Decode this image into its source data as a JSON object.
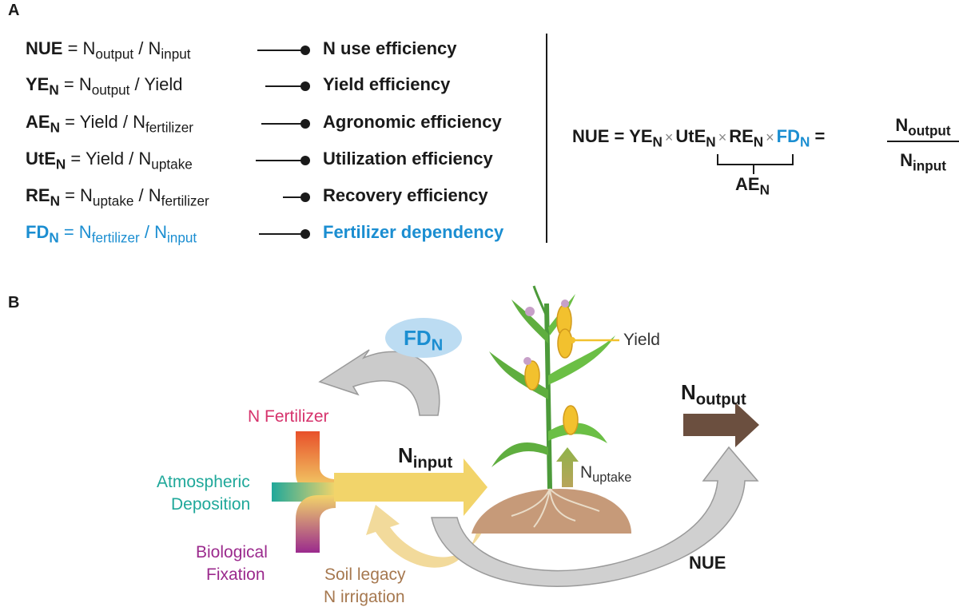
{
  "panels": {
    "a": "A",
    "b": "B"
  },
  "definitions": [
    {
      "term": "NUE",
      "term_sub": "",
      "formula_pre": " = N",
      "s1": "output",
      "mid": " / N",
      "s2": "input",
      "post": "",
      "meaning": "N use efficiency"
    },
    {
      "term": "YE",
      "term_sub": "N",
      "formula_pre": " = N",
      "s1": "output",
      "mid": " / Yield",
      "s2": "",
      "post": "",
      "meaning": "Yield efficiency"
    },
    {
      "term": "AE",
      "term_sub": "N",
      "formula_pre": " = Yield / N",
      "s1": "fertilizer",
      "mid": "",
      "s2": "",
      "post": "",
      "meaning": "Agronomic efficiency"
    },
    {
      "term": "UtE",
      "term_sub": "N",
      "formula_pre": " = Yield / N",
      "s1": "uptake",
      "mid": "",
      "s2": "",
      "post": "",
      "meaning": "Utilization efficiency"
    },
    {
      "term": "RE",
      "term_sub": "N",
      "formula_pre": " = N",
      "s1": "uptake",
      "mid": " / N",
      "s2": "fertilizer",
      "post": "",
      "meaning": "Recovery efficiency"
    },
    {
      "term": "FD",
      "term_sub": "N",
      "formula_pre": " = N",
      "s1": "fertilizer",
      "mid": " / N",
      "s2": "input",
      "post": "",
      "meaning": "Fertilizer dependency"
    }
  ],
  "equation": {
    "lhs": "NUE =",
    "t1": "YE",
    "t2": "UtE",
    "t3": "RE",
    "t4": "FD",
    "sub": "N",
    "times": "×",
    "equals": "=",
    "num": "N",
    "num_sub": "output",
    "den": "N",
    "den_sub": "input",
    "bracket_label": "AE",
    "bracket_sub": "N"
  },
  "diagram": {
    "fd": "FD",
    "fd_sub": "N",
    "n_fertilizer": "N Fertilizer",
    "atmo_1": "Atmospheric",
    "atmo_2": "Deposition",
    "bio_1": "Biological",
    "bio_2": "Fixation",
    "soil_1": "Soil legacy",
    "soil_2": "N irrigation",
    "n_input": "N",
    "n_input_sub": "input",
    "n_uptake": "N",
    "n_uptake_sub": "uptake",
    "yield": "Yield",
    "n_output": "N",
    "n_output_sub": "output",
    "nue": "NUE"
  },
  "colors": {
    "blue": "#1b8ed1",
    "fertilizer": "#d6336c",
    "atmospheric": "#1fa89a",
    "biological": "#9b2a8d",
    "soil": "#a6784f",
    "input_arrow": "#f2d46a",
    "output_arrow": "#6b4f3f",
    "gray_arrow": "#c9c9c9"
  }
}
